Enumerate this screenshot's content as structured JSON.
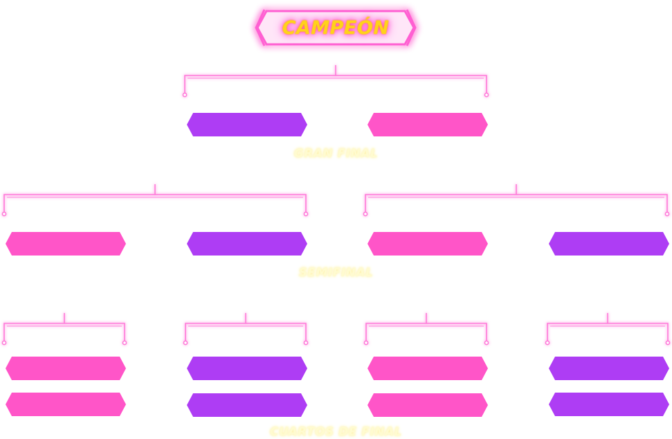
{
  "champion": {
    "label": "CAMPEÓN"
  },
  "colors": {
    "pink": "#ff55c8",
    "purple": "#ae3df4",
    "neon": "#ff5fd2",
    "gold": "#ffd21a",
    "label": "#fffbd0"
  },
  "rounds": {
    "final": {
      "label": "GRAN FINAL"
    },
    "semifinal": {
      "label": "SEMIFINAL"
    },
    "quarterfinal": {
      "label": "CUARTOS DE FINAL"
    }
  }
}
